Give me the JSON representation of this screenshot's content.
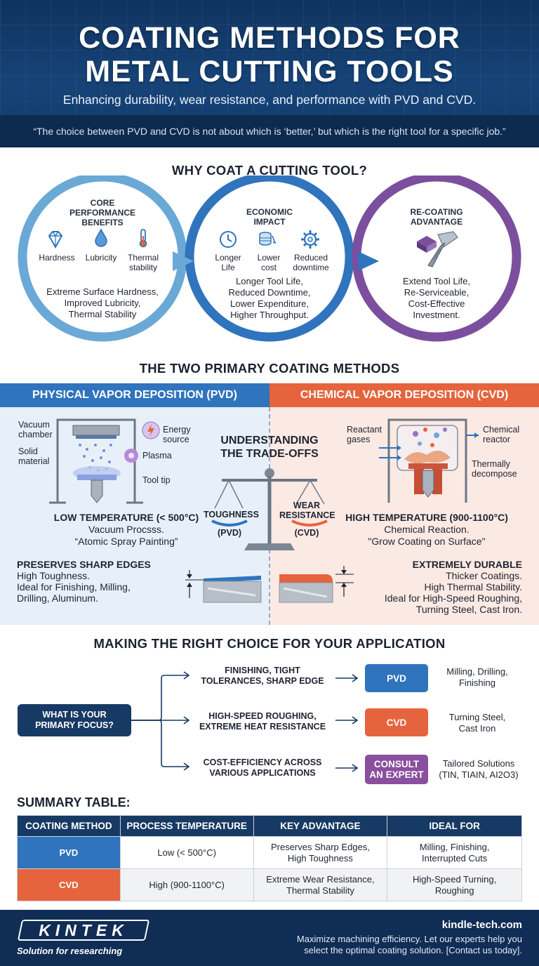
{
  "header": {
    "title_line1": "COATING METHODS FOR",
    "title_line2": "METAL CUTTING TOOLS",
    "subtitle": "Enhancing durability, wear resistance, and performance with PVD and CVD.",
    "quote": "“The choice between PVD and CVD is not about which is ‘better,’ but which is the right tool for a specific job.”"
  },
  "why": {
    "title": "WHY COAT A CUTTING TOOL?",
    "core": {
      "head_l1": "CORE",
      "head_l2": "PERFORMANCE",
      "head_l3": "BENEFITS",
      "icons": [
        {
          "label": "Hardness",
          "icon": "diamond-icon"
        },
        {
          "label": "Lubricity",
          "icon": "droplet-icon"
        },
        {
          "label_l1": "Thermal",
          "label_l2": "stability",
          "icon": "thermometer-icon"
        }
      ],
      "body_l1": "Extreme Surface Hardness,",
      "body_l2": "Improved Lubricity,",
      "body_l3": "Thermal Stability"
    },
    "economic": {
      "head_l1": "ECONOMIC",
      "head_l2": "IMPACT",
      "icons": [
        {
          "label_l1": "Longer",
          "label_l2": "Life",
          "icon": "clock-icon"
        },
        {
          "label_l1": "Lower",
          "label_l2": "cost",
          "icon": "coins-icon"
        },
        {
          "label_l1": "Reduced",
          "label_l2": "downtime",
          "icon": "gear-icon"
        }
      ],
      "body_l1": "Longer Tool Life,",
      "body_l2": "Reduced Downtime,",
      "body_l3": "Lower Expenditure,",
      "body_l4": "Higher Throughput."
    },
    "recoat": {
      "head_l1": "RE-COATING",
      "head_l2": "ADVANTAGE",
      "icon": "drill-bit-icon",
      "body_l1": "Extend Tool Life,",
      "body_l2": "Re-Serviceable,",
      "body_l3": "Cost-Effective",
      "body_l4": "Investment."
    },
    "colors": {
      "ring1": "#6aa8d6",
      "ring2": "#2f74bd",
      "ring3": "#7b4f9e"
    }
  },
  "methods": {
    "title": "THE TWO PRIMARY COATING METHODS",
    "pvd": {
      "header": "PHYSICAL VAPOR DEPOSITION (PVD)",
      "labels": {
        "vacuum_l1": "Vacuum",
        "vacuum_l2": "chamber",
        "solid_l1": "Solid",
        "solid_l2": "material",
        "energy_l1": "Energy",
        "energy_l2": "source",
        "plasma": "Plasma",
        "tooltip": "Tool tip"
      },
      "temp": "LOW TEMPERATURE (< 500°C)",
      "process": "Vacuum Procsss.",
      "analogy": "“Atomic Spray Painting”",
      "edge_title": "PRESERVES SHARP EDGES",
      "edge_l1": "High Toughness.",
      "edge_l2": "Ideal for Finishing, Milling,",
      "edge_l3": "Drilling, Aluminum."
    },
    "cvd": {
      "header": "CHEMICAL VAPOR DEPOSITION (CVD)",
      "labels": {
        "reactant_l1": "Reactant",
        "reactant_l2": "gases",
        "chemical_l1": "Chemical",
        "chemical_l2": "reactor",
        "thermal_l1": "Thermally",
        "thermal_l2": "decompose"
      },
      "temp": "HIGH TEMPERATURE (900-1100°C)",
      "process": "Chemical Reaction.",
      "analogy": "\"Grow Coating on Surface\"",
      "dur_title": "EXTREMELY DURABLE",
      "dur_l1": "Thicker Coatings.",
      "dur_l2": "High Thermal Stability.",
      "dur_l3": "Ideal for High-Speed Roughing,",
      "dur_l4": "Turning Steel, Cast Iron."
    },
    "tradeoff": {
      "title_l1": "UNDERSTANDING",
      "title_l2": "THE TRADE-OFFS",
      "left_l1": "TOUGHNESS",
      "left_l2": "(PVD)",
      "right_l1": "WEAR",
      "right_l2": "RESISTANCE",
      "right_l3": "(CVD)"
    },
    "colors": {
      "pvd": "#2f74bd",
      "cvd": "#e5643d"
    }
  },
  "choice": {
    "title": "MAKING THE RIGHT CHOICE FOR YOUR APPLICATION",
    "focus_l1": "WHAT IS YOUR",
    "focus_l2": "PRIMARY FOCUS?",
    "options": [
      {
        "l1": "FINISHING, TIGHT",
        "l2": "TOLERANCES, SHARP EDGE",
        "tag": "PVD",
        "note_l1": "Milling, Drilling,",
        "note_l2": "Finishing"
      },
      {
        "l1": "HIGH-SPEED ROUGHING,",
        "l2": "EXTREME HEAT RESISTANCE",
        "tag": "CVD",
        "note_l1": "Turning Steel,",
        "note_l2": "Cast Iron"
      },
      {
        "l1": "COST-EFFICIENCY ACROSS",
        "l2": "VARIOUS APPLICATIONS",
        "tag_l1": "CONSULT",
        "tag_l2": "AN EXPERT",
        "note_l1": "Tailored Solutions",
        "note_l2": "(TIN, TIAIN, AI2O3)"
      }
    ],
    "colors": {
      "pvd": "#2f74bd",
      "cvd": "#e5643d",
      "consult": "#8a4f9e"
    }
  },
  "summary": {
    "title": "SUMMARY TABLE:",
    "columns": [
      "COATING METHOD",
      "PROCESS TEMPERATURE",
      "KEY ADVANTAGE",
      "IDEAL FOR"
    ],
    "rows": [
      {
        "method": "PVD",
        "temp": "Low (< 500°C)",
        "adv_l1": "Preserves Sharp Edges,",
        "adv_l2": "High Toughness",
        "ideal_l1": "Milling, Finishing,",
        "ideal_l2": "Interrupted Cuts"
      },
      {
        "method": "CVD",
        "temp": "High (900-1100°C)",
        "adv_l1": "Extreme Wear Resistance,",
        "adv_l2": "Thermal Stability",
        "ideal_l1": "High-Speed Turning,",
        "ideal_l2": "Roughing"
      }
    ]
  },
  "footer": {
    "logo": "KINTEK",
    "tagline": "Solution for researching",
    "url": "kindle-tech.com",
    "msg_l1": "Maximize machining efficiency. Let our experts help you",
    "msg_l2": "select the optimal coating solution. [Contact us today]."
  }
}
